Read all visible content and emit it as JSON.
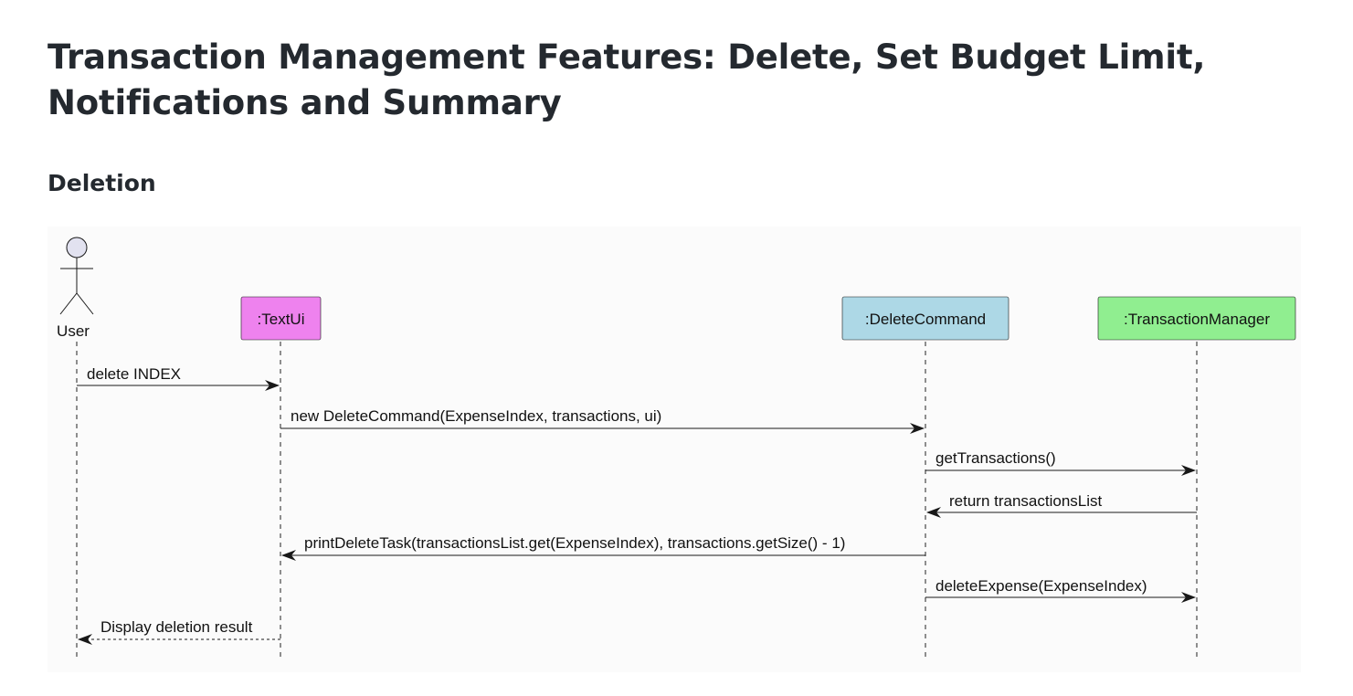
{
  "page": {
    "title": "Transaction Management Features: Delete, Set Budget Limit, Notifications and Summary",
    "section_heading": "Deletion"
  },
  "diagram": {
    "type": "sequence",
    "actor": {
      "label": "User"
    },
    "participants": [
      {
        "label": ":TextUi",
        "color": "#ee82ee"
      },
      {
        "label": ":DeleteCommand",
        "color": "#add8e6"
      },
      {
        "label": ":TransactionManager",
        "color": "#90ee90"
      }
    ],
    "messages": [
      {
        "from": "User",
        "to": ":TextUi",
        "label": "delete INDEX",
        "style": "solid"
      },
      {
        "from": ":TextUi",
        "to": ":DeleteCommand",
        "label": "new DeleteCommand(ExpenseIndex, transactions, ui)",
        "style": "solid"
      },
      {
        "from": ":DeleteCommand",
        "to": ":TransactionManager",
        "label": "getTransactions()",
        "style": "solid"
      },
      {
        "from": ":TransactionManager",
        "to": ":DeleteCommand",
        "label": "return transactionsList",
        "style": "solid"
      },
      {
        "from": ":DeleteCommand",
        "to": ":TextUi",
        "label": "printDeleteTask(transactionsList.get(ExpenseIndex), transactions.getSize() - 1)",
        "style": "solid"
      },
      {
        "from": ":DeleteCommand",
        "to": ":TransactionManager",
        "label": "deleteExpense(ExpenseIndex)",
        "style": "solid"
      },
      {
        "from": ":TextUi",
        "to": "User",
        "label": "Display deletion result",
        "style": "dashed"
      }
    ]
  }
}
